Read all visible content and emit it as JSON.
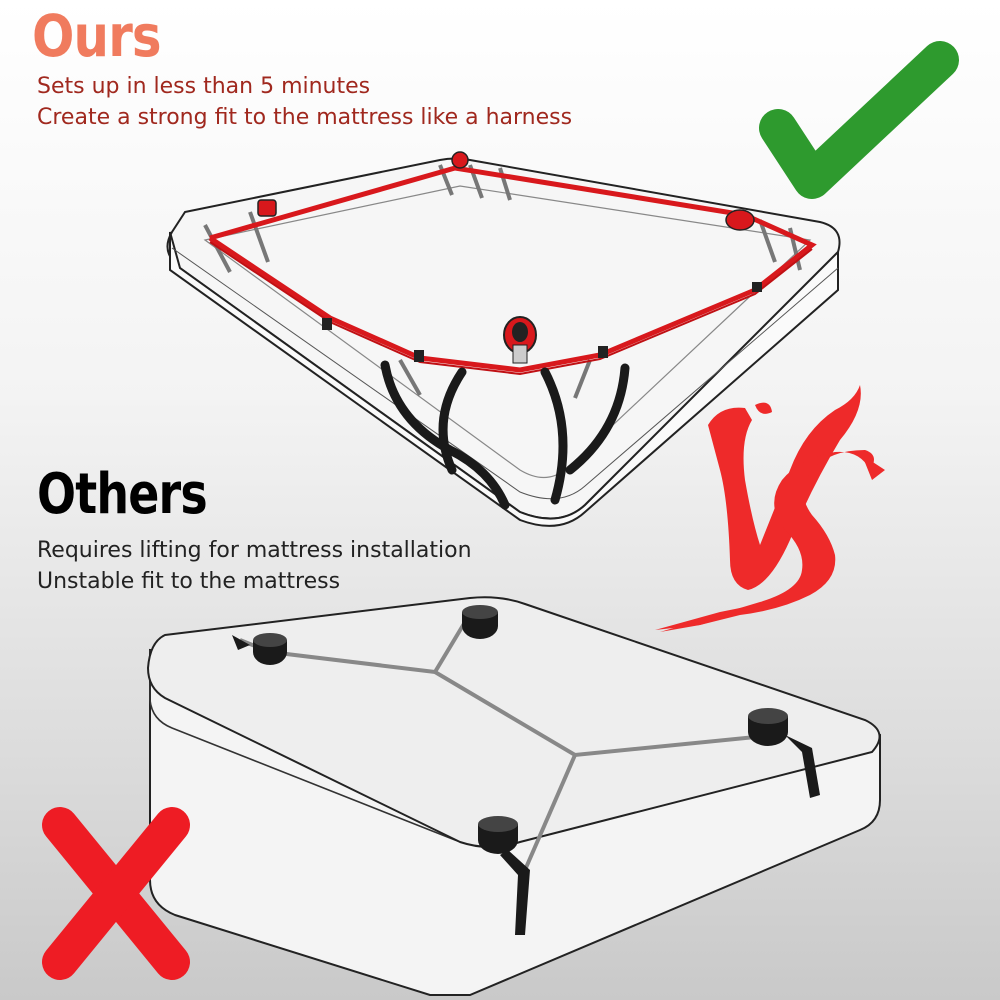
{
  "colors": {
    "ours_title": "#f07b5e",
    "ours_text": "#a0281e",
    "others_text": "#222222",
    "check": "#2e9a2e",
    "cross": "#ee1c24",
    "vs": "#ee2a2a",
    "strap_red": "#d8181c",
    "strap_black": "#1a1a1a"
  },
  "ours": {
    "title": "Ours",
    "line1": "Sets up in less than 5 minutes",
    "line2": "Create a strong fit to the mattress like a harness"
  },
  "others": {
    "title": "Others",
    "line1": "Requires lifting for mattress installation",
    "line2": "Unstable fit to the mattress"
  },
  "icons": {
    "check": "check-mark-icon",
    "cross": "cross-mark-icon",
    "vs": "vs-lettering"
  }
}
